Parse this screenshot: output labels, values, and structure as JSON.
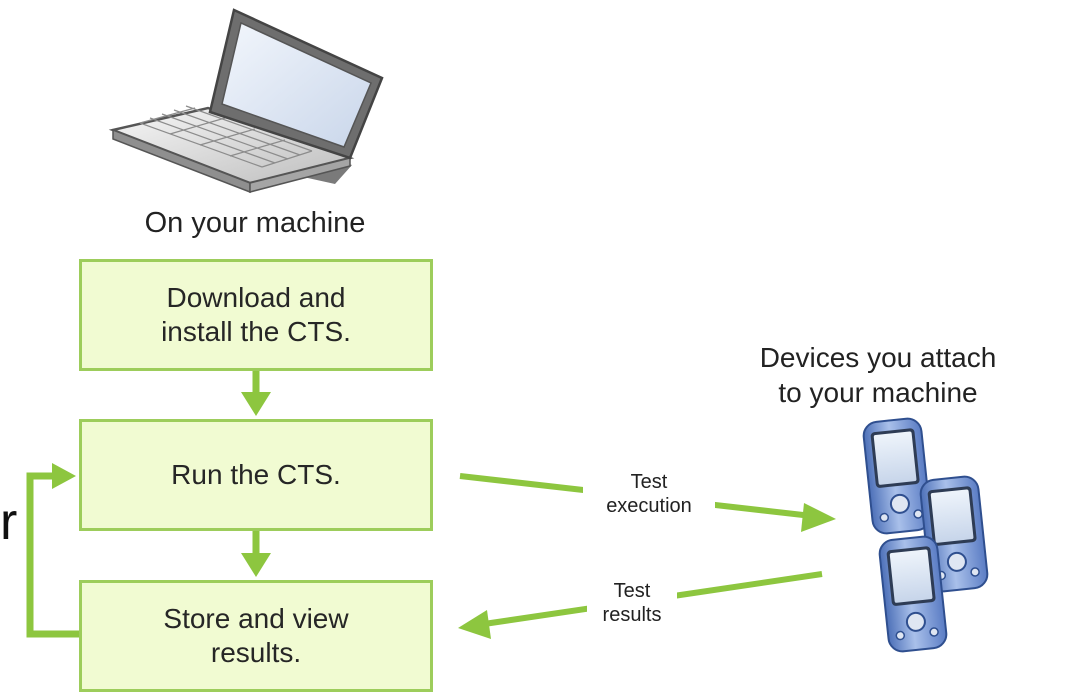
{
  "machine_label": "On your machine",
  "devices_label": {
    "line1": "Devices you attach",
    "line2": "to your machine"
  },
  "steps": [
    {
      "line1": "Download and",
      "line2": "install the CTS."
    },
    {
      "line1": "Run the CTS.",
      "line2": ""
    },
    {
      "line1": "Store and view",
      "line2": "results."
    }
  ],
  "arrows": {
    "test_execution": {
      "line1": "Test",
      "line2": "execution"
    },
    "test_results": {
      "line1": "Test",
      "line2": "results"
    }
  },
  "stray_glyph": "r",
  "icons": {
    "laptop": "laptop-icon",
    "devices": "handheld-device-icon"
  },
  "colors": {
    "box_fill": "#f1fbd2",
    "box_border": "#9dcd5b",
    "arrow": "#8dc63f",
    "device_blue": "#6e8fcf"
  }
}
